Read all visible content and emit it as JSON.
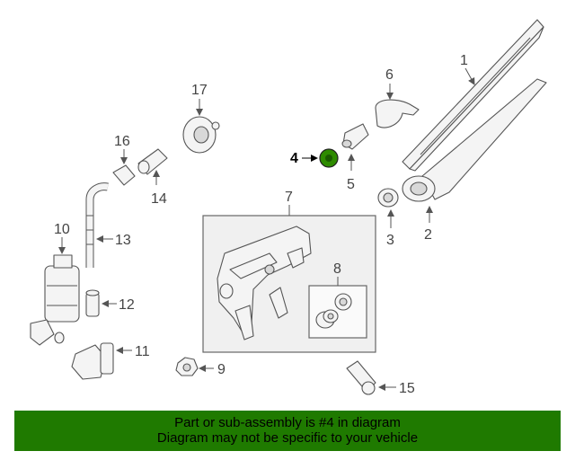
{
  "colors": {
    "highlight": "#2e8b00",
    "banner": "#1f7a00"
  },
  "callouts": {
    "c1": "1",
    "c2": "2",
    "c3": "3",
    "c4": "4",
    "c5": "5",
    "c6": "6",
    "c7": "7",
    "c8": "8",
    "c9": "9",
    "c10": "10",
    "c11": "11",
    "c12": "12",
    "c13": "13",
    "c14": "14",
    "c15": "15",
    "c16": "16",
    "c17": "17"
  },
  "banner": {
    "line1": "Part or sub-assembly is #4 in diagram",
    "line2": "Diagram may not be specific to your vehicle"
  }
}
